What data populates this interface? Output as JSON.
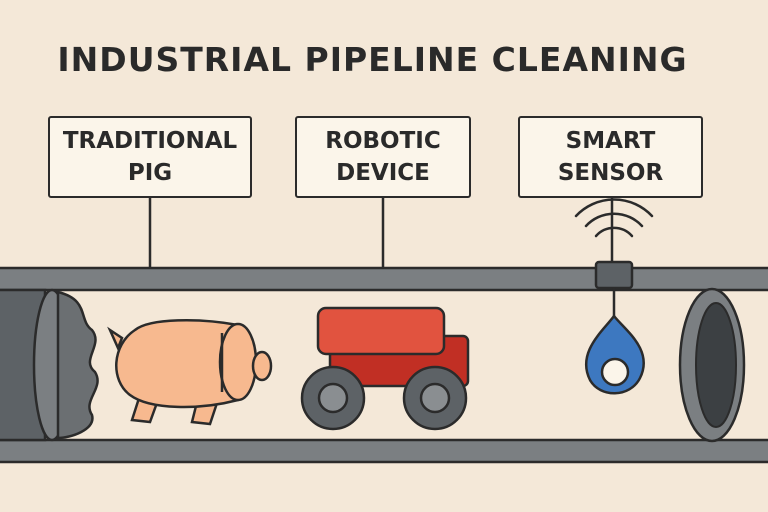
{
  "title": "INDUSTRIAL PIPELINE CLEANING",
  "labels": [
    {
      "line1": "TRADITIONAL",
      "line2": "PIG"
    },
    {
      "line1": "ROBOTIC",
      "line2": "DEVICE"
    },
    {
      "line1": "SMART",
      "line2": "SENSOR"
    }
  ],
  "colors": {
    "background": "#f4e8d8",
    "pipe": "#7b7f82",
    "pig": "#f7b98f",
    "robot": "#d8382b",
    "sensor": "#3d78c0"
  }
}
